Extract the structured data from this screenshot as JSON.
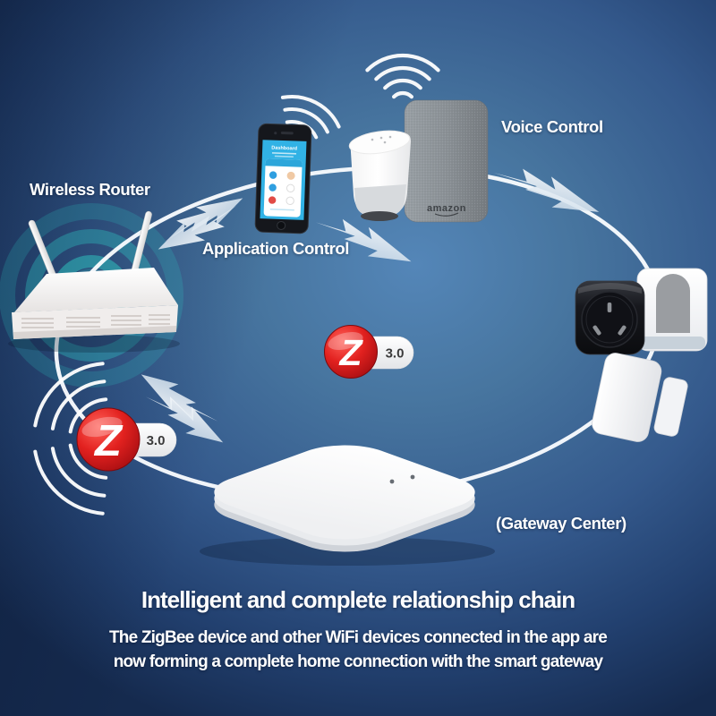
{
  "labels": {
    "wireless_router": "Wireless Router",
    "application_control": "Application Control",
    "voice_control": "Voice Control",
    "gateway_center": "(Gateway Center)"
  },
  "zigbee": {
    "letter": "Z",
    "version": "3.0"
  },
  "phone_app": {
    "title": "Dashboard"
  },
  "speaker": {
    "brand": "amazon"
  },
  "footer": {
    "title": "Intelligent and complete relationship chain",
    "line1": "The ZigBee device and other WiFi devices connected in the app are",
    "line2": "now forming a complete home connection with the smart gateway"
  },
  "colors": {
    "background_center": "#4f80b2",
    "background_edge": "#142647",
    "zigbee_red": "#d6161e",
    "router_glow_teal": "#2fd8cc",
    "app_blue": "#2fb0e4",
    "text": "#ffffff"
  }
}
